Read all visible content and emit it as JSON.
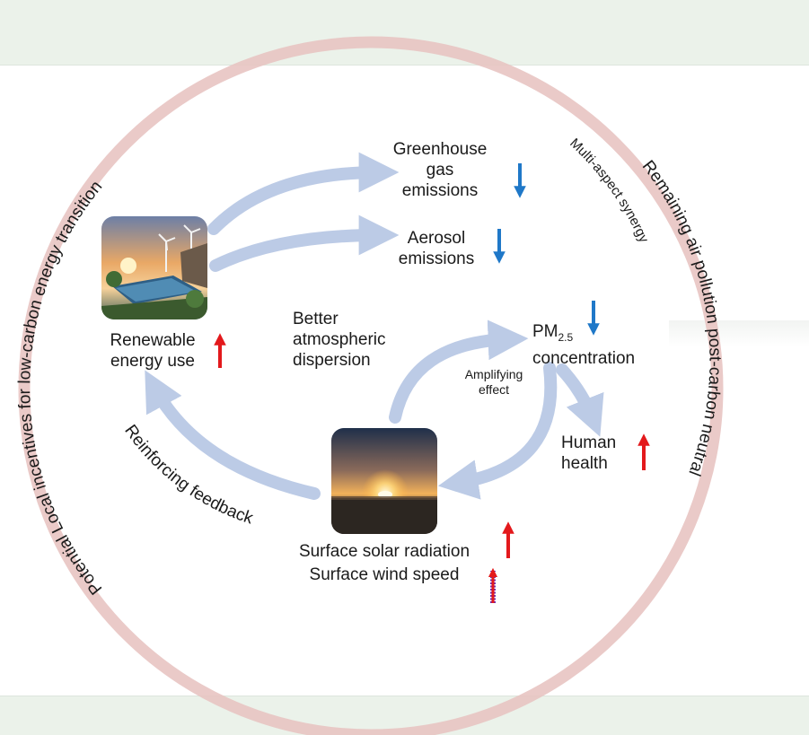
{
  "ring": {
    "left_label": "Potential Local incentives for low-carbon energy transition",
    "right_label": "Remaining air pollution post-carbon neutral",
    "inner_right_label": "Multi-aspect synergy",
    "ring_color": "#e8c4c2"
  },
  "nodes": {
    "renewable": {
      "line1": "Renewable",
      "line2": "energy use",
      "trend": "up"
    },
    "ghg": {
      "line1": "Greenhouse",
      "line2": "gas",
      "line3": "emissions",
      "trend": "down"
    },
    "aerosol": {
      "line1": "Aerosol",
      "line2": "emissions",
      "trend": "down"
    },
    "pm": {
      "prefix": "PM",
      "subscript": "2.5",
      "line2": "concentration",
      "trend": "down"
    },
    "health": {
      "line1": "Human",
      "line2": "health",
      "trend": "up"
    },
    "surface": {
      "line1": "Surface solar radiation",
      "line2": "Surface wind speed",
      "trend1": "up",
      "trend2": "up"
    }
  },
  "annotations": {
    "dispersion": {
      "line1": "Better",
      "line2": "atmospheric",
      "line3": "dispersion"
    },
    "amplifying": {
      "line1": "Amplifying",
      "line2": "effect"
    },
    "feedback": "Reinforcing feedback"
  },
  "colors": {
    "flow_arrow": "#bccbe6",
    "up_arrow": "#e3191c",
    "down_arrow": "#1f78c8"
  }
}
